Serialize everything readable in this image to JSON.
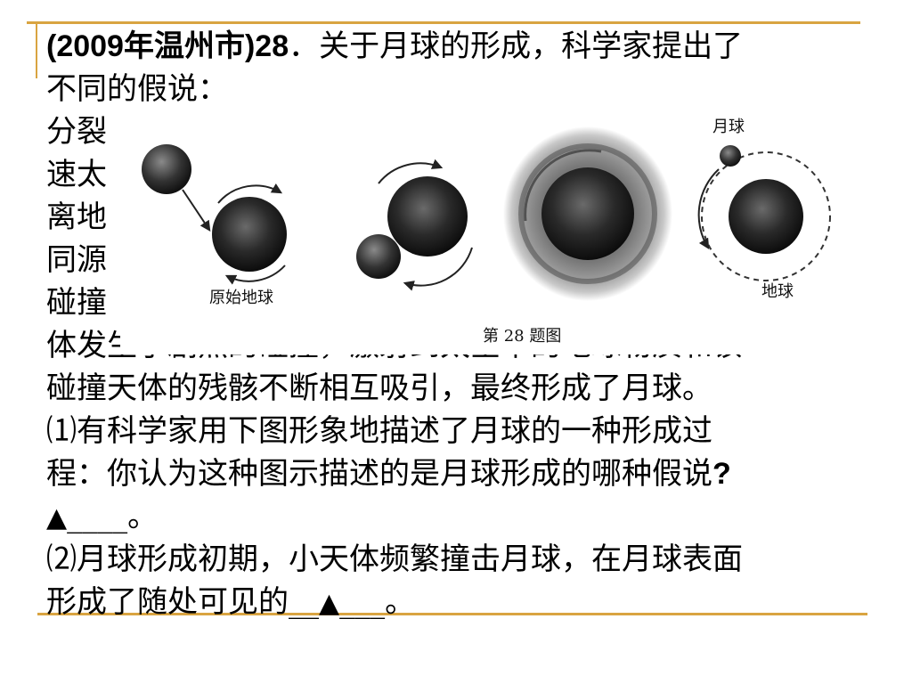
{
  "question": {
    "source": "(2009年温州市)",
    "number": "28",
    "intro_rest": "．关于月球的形成，科学家提出了",
    "intro_line2": "不同的假说：",
    "hyp_lines": [
      "分裂",
      "速太",
      "离地",
      "同源",
      "碰撞"
    ],
    "line6": "体发生了剧烈的碰撞，激射到太空中的地球物质和该",
    "line7": "碰撞天体的残骸不断相互吸引，最终形成了月球。",
    "q1_line1": "⑴有科学家用下图形象地描述了月球的一种形成过",
    "q1_line2_a": "程：你认为这种图示描述的是月球形成的哪种假说",
    "q1_line2_mark": "?",
    "q1_answer_mark": "▲",
    "q1_answer_blank": "____",
    "q1_end": "。",
    "q2_line1": "⑵月球形成初期，小天体频繁撞击月球，在月球表面",
    "q2_line2": "形成了随处可见的",
    "q2_blank_left": "__",
    "q2_answer_mark": "▲",
    "q2_blank_right": "___",
    "q2_end": "。"
  },
  "figure": {
    "label_original_earth": "原始地球",
    "label_moon": "月球",
    "label_earth": "地球",
    "caption": "第 28 题图"
  },
  "colors": {
    "rule": "#d9a441",
    "text": "#000000"
  }
}
